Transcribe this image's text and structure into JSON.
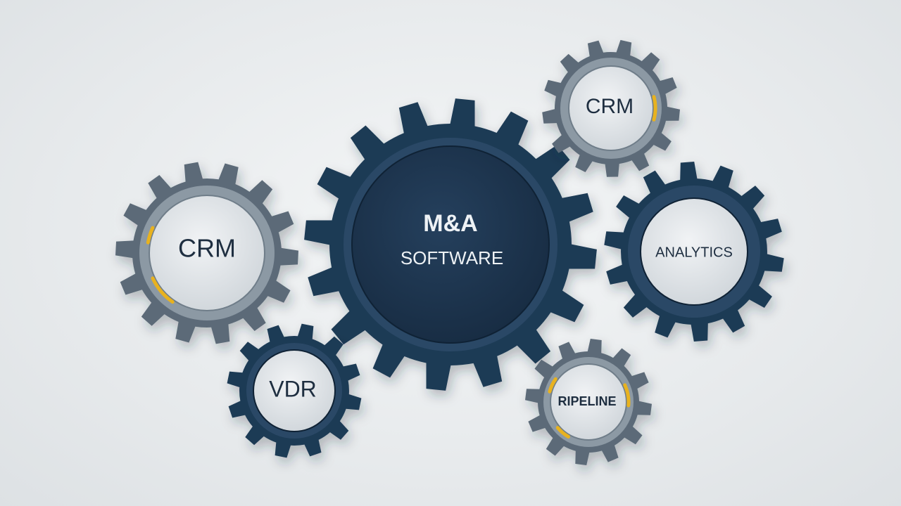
{
  "gears": [
    {
      "id": "center",
      "line1": "M&A",
      "line2": "SOFTWARE",
      "theme": "navy",
      "accent": false
    },
    {
      "id": "crm-left",
      "line1": "CRM",
      "theme": "steel",
      "accent": true
    },
    {
      "id": "crm-top",
      "line1": "CRM",
      "theme": "steel",
      "accent": true
    },
    {
      "id": "analytics",
      "line1": "ANALYTICS",
      "theme": "navy",
      "accent": false
    },
    {
      "id": "vdr",
      "line1": "VDR",
      "theme": "navy",
      "accent": false
    },
    {
      "id": "pipeline",
      "line1": "RIPELINE",
      "theme": "steel",
      "accent": true
    }
  ],
  "colors": {
    "navy_outer": "#1f3a55",
    "navy_inner": "#1a3049",
    "steel_outer": "#5c6b78",
    "steel_ring": "#8c99a4",
    "hub_light": "#e4e8eb",
    "text_dark": "#1e2e40",
    "text_light": "#eef2f5",
    "accent": "#e8b21f"
  }
}
